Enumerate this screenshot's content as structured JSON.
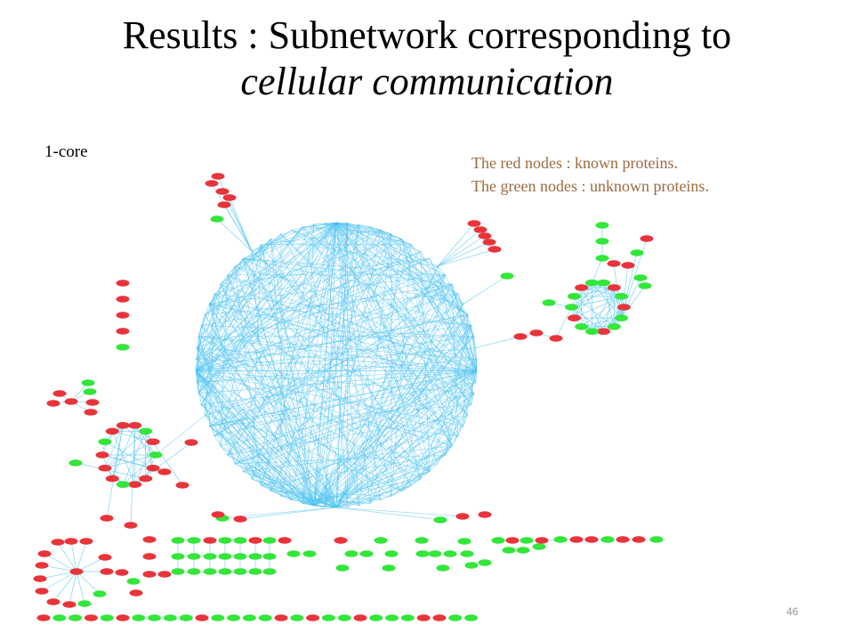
{
  "slide": {
    "title_line1": "Results : Subnetwork corresponding to",
    "title_line2": "cellular communication",
    "core_label": "1-core",
    "legend_red": "The red nodes :  known proteins.",
    "legend_green": "The green nodes : unknown proteins.",
    "page_number": "46"
  },
  "colors": {
    "known": "#e8343a",
    "unknown": "#33e63a",
    "edge": "#4fc3f0"
  }
}
